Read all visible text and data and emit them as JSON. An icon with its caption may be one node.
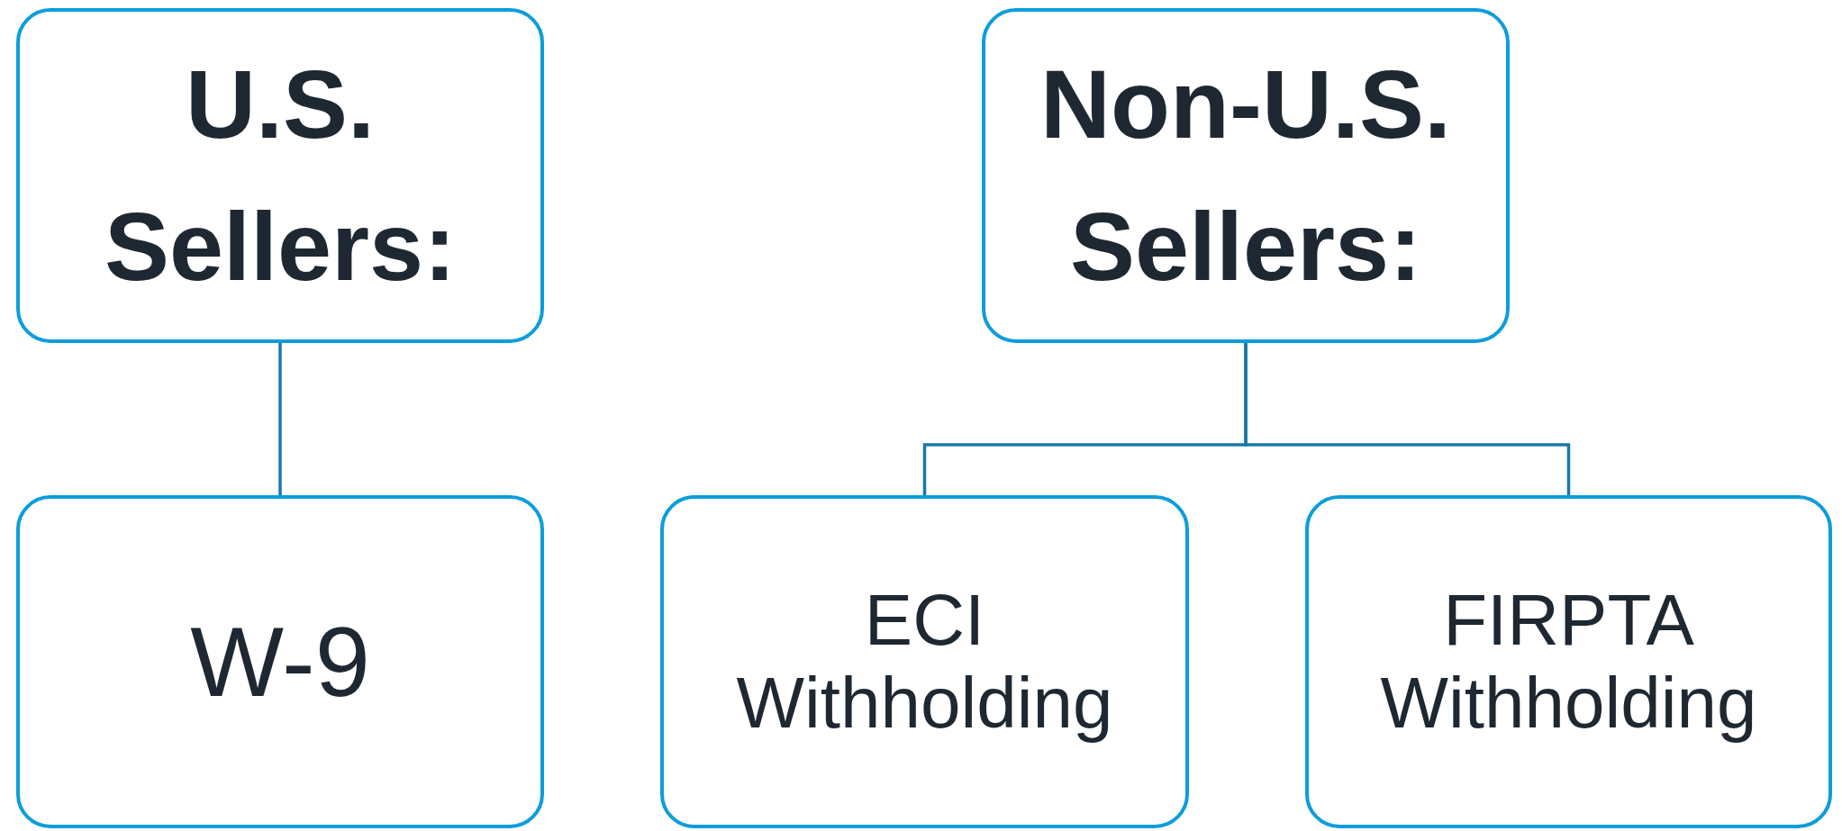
{
  "diagram": {
    "nodes": [
      {
        "text": [
          "U.S. Sellers:"
        ]
      },
      {
        "text": [
          "Non-U.S. Sellers:"
        ]
      },
      {
        "text": [
          "W-9"
        ]
      },
      {
        "text": [
          "ECI Withholding"
        ]
      },
      {
        "text": [
          "FIRPTA Withholding"
        ]
      }
    ],
    "edges": [
      {
        "from": 0,
        "to": 2,
        "arrow": "none"
      },
      {
        "from": 1,
        "to": 3,
        "arrow": "none"
      },
      {
        "from": 1,
        "to": 4,
        "arrow": "none"
      }
    ]
  }
}
